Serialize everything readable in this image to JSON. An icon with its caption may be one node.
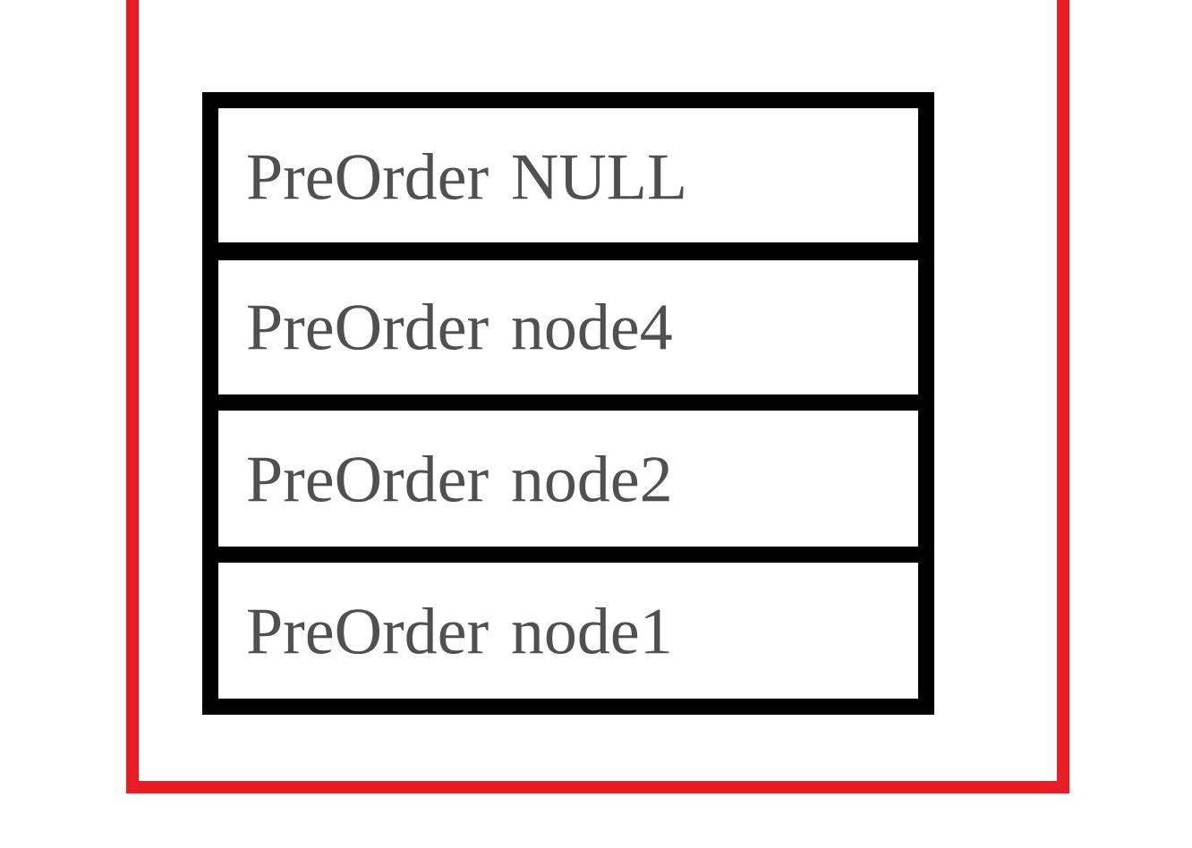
{
  "diagram": {
    "nodes": [
      {
        "text": [],
        "shape": "box"
      },
      {
        "text": [
          "PreOrder NULL"
        ],
        "in": 0
      },
      {
        "text": [
          "PreOrder node4"
        ],
        "in": 0
      },
      {
        "text": [
          "PreOrder node2"
        ],
        "in": 0
      },
      {
        "text": [
          "PreOrder  node1"
        ],
        "in": 0
      }
    ]
  }
}
